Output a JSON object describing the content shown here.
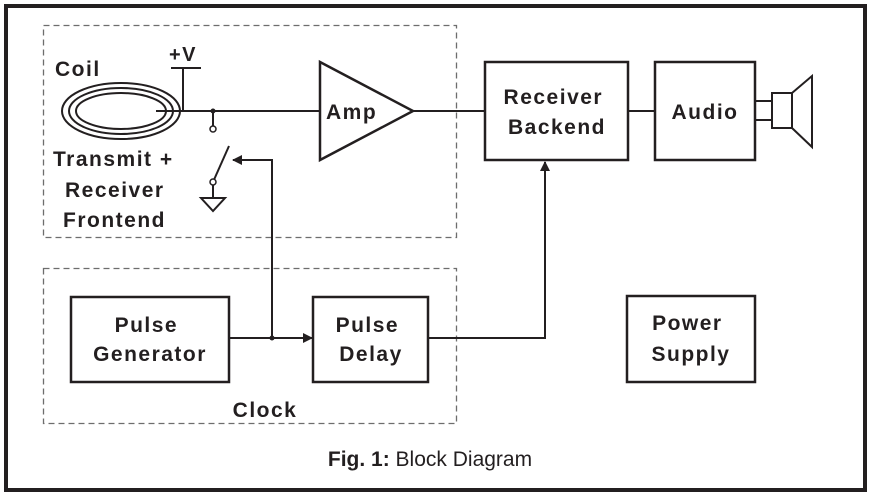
{
  "figure": {
    "caption_prefix": "Fig. 1:",
    "caption_text": " Block Diagram"
  },
  "groups": {
    "frontend": {
      "label_lines": [
        "Transmit +",
        "Receiver",
        "Frontend"
      ]
    },
    "clock": {
      "label": "Clock"
    }
  },
  "components": {
    "coil": "Coil",
    "supply_voltage": "+V",
    "amp": "Amp",
    "receiver_backend": [
      "Receiver",
      "Backend"
    ],
    "audio": "Audio",
    "pulse_generator": [
      "Pulse",
      "Generator"
    ],
    "pulse_delay": [
      "Pulse",
      "Delay"
    ],
    "power_supply": [
      "Power",
      "Supply"
    ]
  },
  "colors": {
    "ink": "#231f20",
    "dash": "#6d6d6d",
    "background": "#ffffff"
  }
}
